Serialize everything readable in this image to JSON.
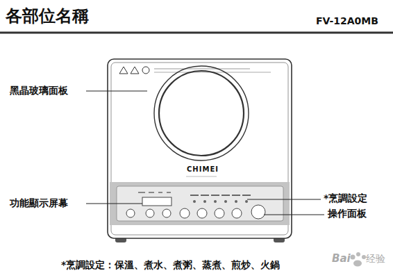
{
  "diagram": {
    "title": "各部位名稱",
    "caption": "*烹調設定：保溫、煮水、煮粥、蒸煮、煎炒、火鍋",
    "labels": [
      "FV-12A0MB",
      "黑晶玻璃面板",
      "功能顯示屏幕",
      "*烹調設定",
      "操作面板",
      "CHIMEI",
      "Bai",
      "经验"
    ]
  }
}
